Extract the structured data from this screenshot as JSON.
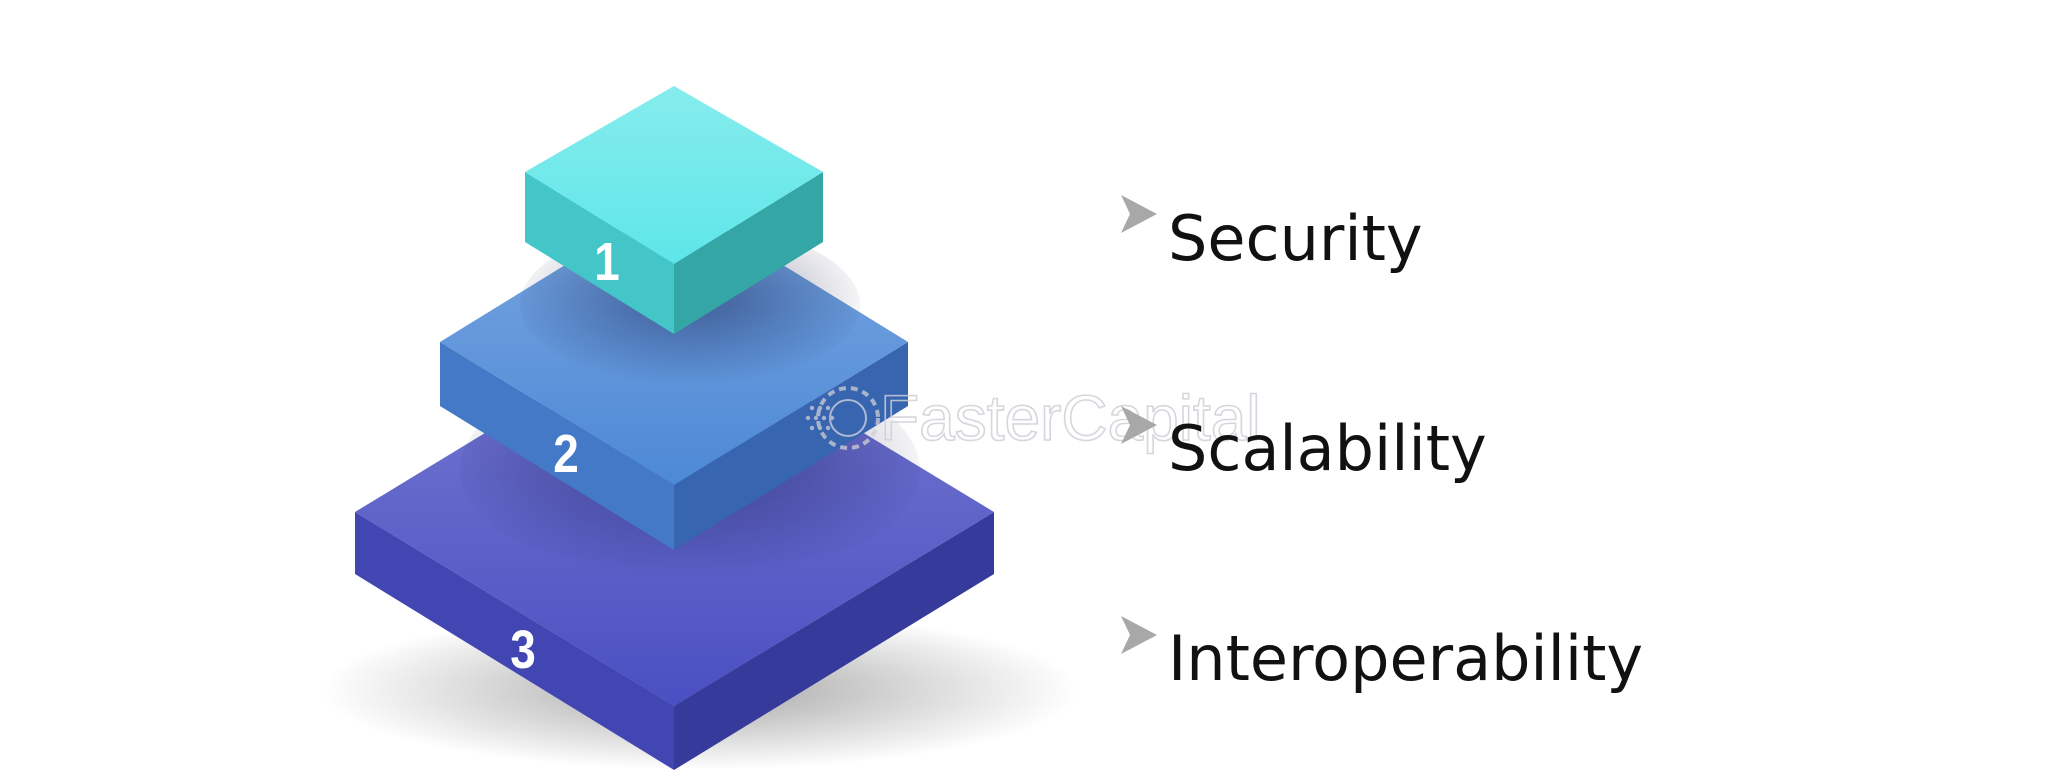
{
  "tiers": [
    {
      "number": "1",
      "label": "Security"
    },
    {
      "number": "2",
      "label": "Scalability"
    },
    {
      "number": "3",
      "label": "Interoperability"
    }
  ],
  "watermark": {
    "brand": "FasterCapital"
  },
  "colors": {
    "tier1_top": "#5ee6e8",
    "tier1_left": "#44c6c8",
    "tier1_right": "#35a6a6",
    "tier2_top": "#4d89d6",
    "tier2_left": "#4379c7",
    "tier2_right": "#3865b0",
    "tier3_top": "#4a4fc2",
    "tier3_left": "#4246b2",
    "tier3_right": "#363a9a",
    "arrow": "#a8a8a8",
    "label": "#111111"
  },
  "icons": {
    "bullet": "chevron-arrow-icon",
    "watermark": "fastercapital-logo-icon"
  }
}
